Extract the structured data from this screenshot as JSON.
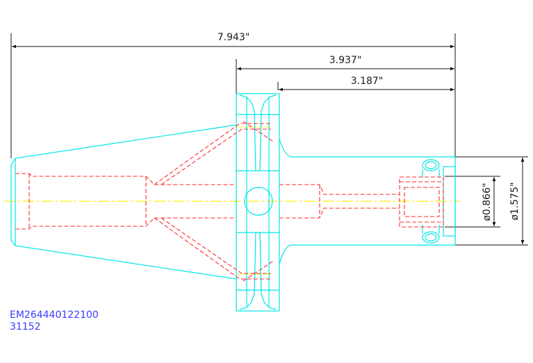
{
  "drawing": {
    "dimensions": {
      "overall_length": "7.943\"",
      "flange_to_end": "3.937\"",
      "gauge_to_end": "3.187\"",
      "inner_diameter": "ø0.866\"",
      "outer_diameter": "ø1.575\""
    },
    "part_number": "EM264440122100",
    "item_number": "31152",
    "colors": {
      "outline": "#00e5e5",
      "hidden": "#ff2a2a",
      "centerline": "#ffee00",
      "dimension": "#111111",
      "label_text": "#3a3aff"
    }
  }
}
